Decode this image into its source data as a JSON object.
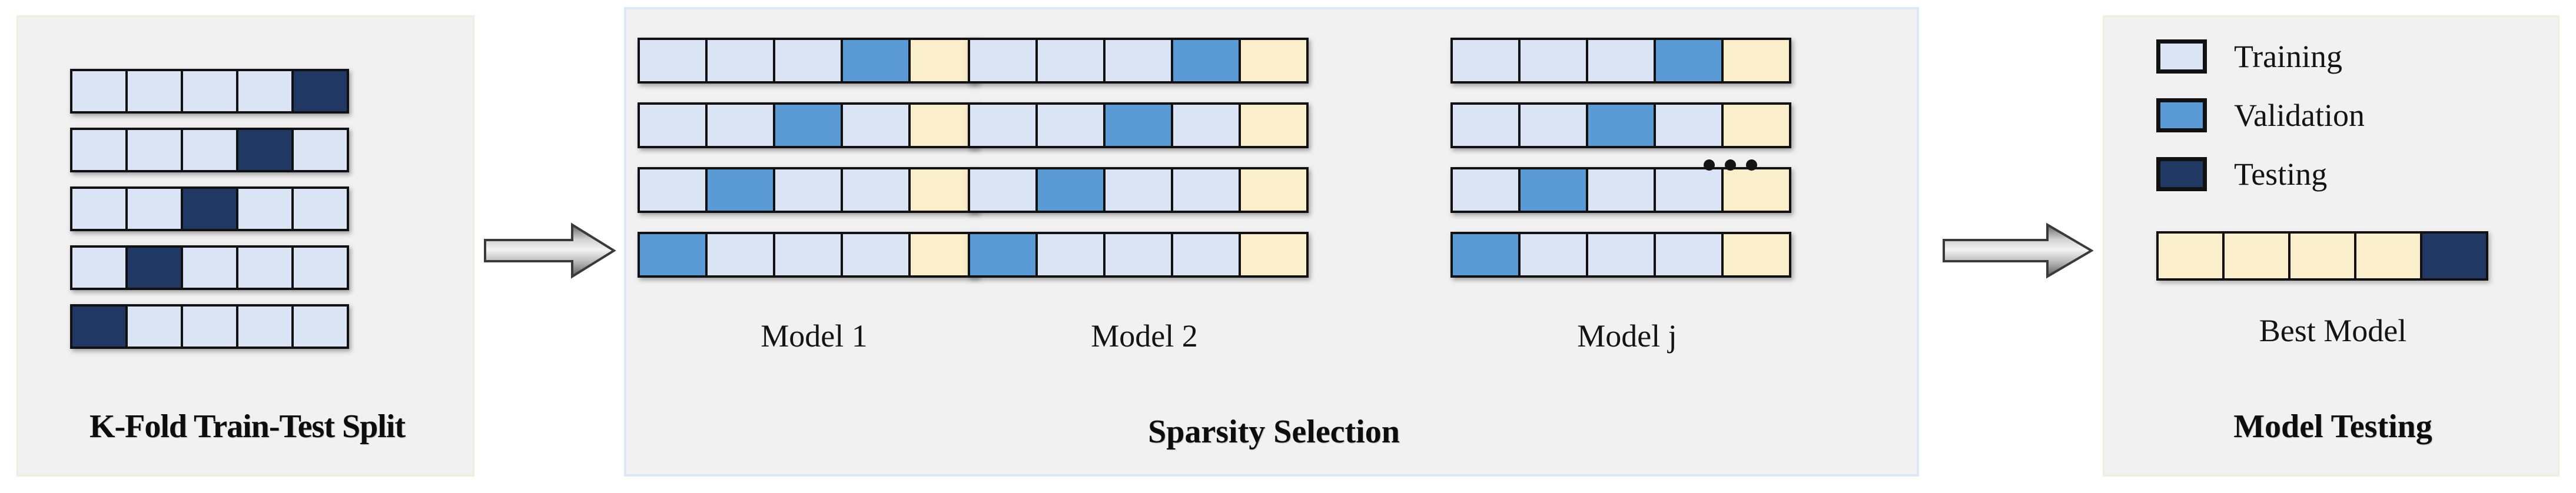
{
  "diagram": {
    "title": "K-Fold cross-validation sparsity selection workflow",
    "colors": {
      "training": "#dbe4f5",
      "validation": "#5b9bd5",
      "testing": "#1f3864",
      "holdout": "#fbeecb",
      "panel_background": "#f1f1f1",
      "cell_border": "#111111",
      "arrow_fill": "#9a9a9a"
    }
  },
  "panels": {
    "kfold": {
      "caption": "K-Fold Train-Test Split",
      "border_color": "#e6f3dc",
      "rows": [
        [
          "training",
          "training",
          "training",
          "training",
          "testing"
        ],
        [
          "training",
          "training",
          "training",
          "testing",
          "training"
        ],
        [
          "training",
          "training",
          "testing",
          "training",
          "training"
        ],
        [
          "training",
          "testing",
          "training",
          "training",
          "training"
        ],
        [
          "testing",
          "training",
          "training",
          "training",
          "training"
        ]
      ]
    },
    "sparsity": {
      "caption": "Sparsity Selection",
      "border_color": "#dce7f7",
      "ellipsis": "...",
      "models": [
        {
          "label": "Model 1",
          "rows": [
            [
              "training",
              "training",
              "training",
              "validation",
              "holdout"
            ],
            [
              "training",
              "training",
              "validation",
              "training",
              "holdout"
            ],
            [
              "training",
              "validation",
              "training",
              "training",
              "holdout"
            ],
            [
              "validation",
              "training",
              "training",
              "training",
              "holdout"
            ]
          ]
        },
        {
          "label": "Model 2",
          "rows": [
            [
              "training",
              "training",
              "training",
              "validation",
              "holdout"
            ],
            [
              "training",
              "training",
              "validation",
              "training",
              "holdout"
            ],
            [
              "training",
              "validation",
              "training",
              "training",
              "holdout"
            ],
            [
              "validation",
              "training",
              "training",
              "training",
              "holdout"
            ]
          ]
        },
        {
          "label": "Model j",
          "rows": [
            [
              "training",
              "training",
              "training",
              "validation",
              "holdout"
            ],
            [
              "training",
              "training",
              "validation",
              "training",
              "holdout"
            ],
            [
              "training",
              "validation",
              "training",
              "training",
              "holdout"
            ],
            [
              "validation",
              "training",
              "training",
              "training",
              "holdout"
            ]
          ]
        }
      ]
    },
    "testing": {
      "caption": "Model Testing",
      "border_color": "#e6f3dc",
      "legend": [
        {
          "label": "Training",
          "swatch": "training"
        },
        {
          "label": "Validation",
          "swatch": "validation"
        },
        {
          "label": "Testing",
          "swatch": "testing"
        }
      ],
      "best_model": {
        "label": "Best Model",
        "cells": [
          "holdout",
          "holdout",
          "holdout",
          "holdout",
          "testing"
        ]
      }
    }
  },
  "arrows": [
    {
      "name": "kfold-to-sparsity",
      "direction": "right"
    },
    {
      "name": "sparsity-to-testing",
      "direction": "right"
    }
  ]
}
